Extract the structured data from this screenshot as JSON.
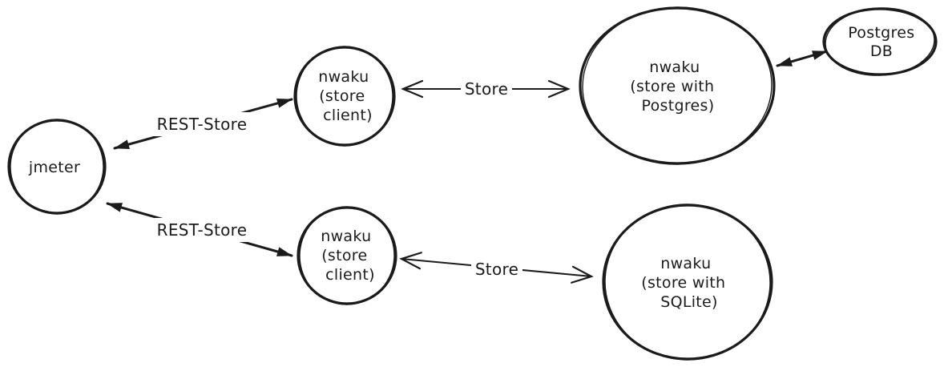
{
  "canvas": {
    "background": "#ffffff",
    "stroke_color": "#1b1b1b",
    "text_color": "#1b1b1b",
    "style": "hand-drawn-sketch"
  },
  "nodes": {
    "jmeter": {
      "lines": [
        "jmeter"
      ]
    },
    "store_client_top": {
      "lines": [
        "nwaku",
        "(store",
        "client)"
      ]
    },
    "store_client_bottom": {
      "lines": [
        "nwaku",
        "(store",
        "client)"
      ]
    },
    "store_postgres": {
      "lines": [
        "nwaku",
        "(store with",
        "Postgres)"
      ]
    },
    "store_sqlite": {
      "lines": [
        "nwaku",
        "(store with",
        "SQLite)"
      ]
    },
    "postgres_db": {
      "lines": [
        "Postgres",
        "DB"
      ]
    }
  },
  "edges": {
    "rest_store_top": {
      "label": "REST-Store",
      "from": "jmeter",
      "to": "store_client_top",
      "bidirectional": true
    },
    "rest_store_bottom": {
      "label": "REST-Store",
      "from": "jmeter",
      "to": "store_client_bottom",
      "bidirectional": true
    },
    "store_top": {
      "label": "Store",
      "from": "store_client_top",
      "to": "store_postgres",
      "bidirectional": true
    },
    "store_bottom": {
      "label": "Store",
      "from": "store_client_bottom",
      "to": "store_sqlite",
      "bidirectional": true
    },
    "postgres_link": {
      "from": "store_postgres",
      "to": "postgres_db",
      "bidirectional": true
    }
  }
}
